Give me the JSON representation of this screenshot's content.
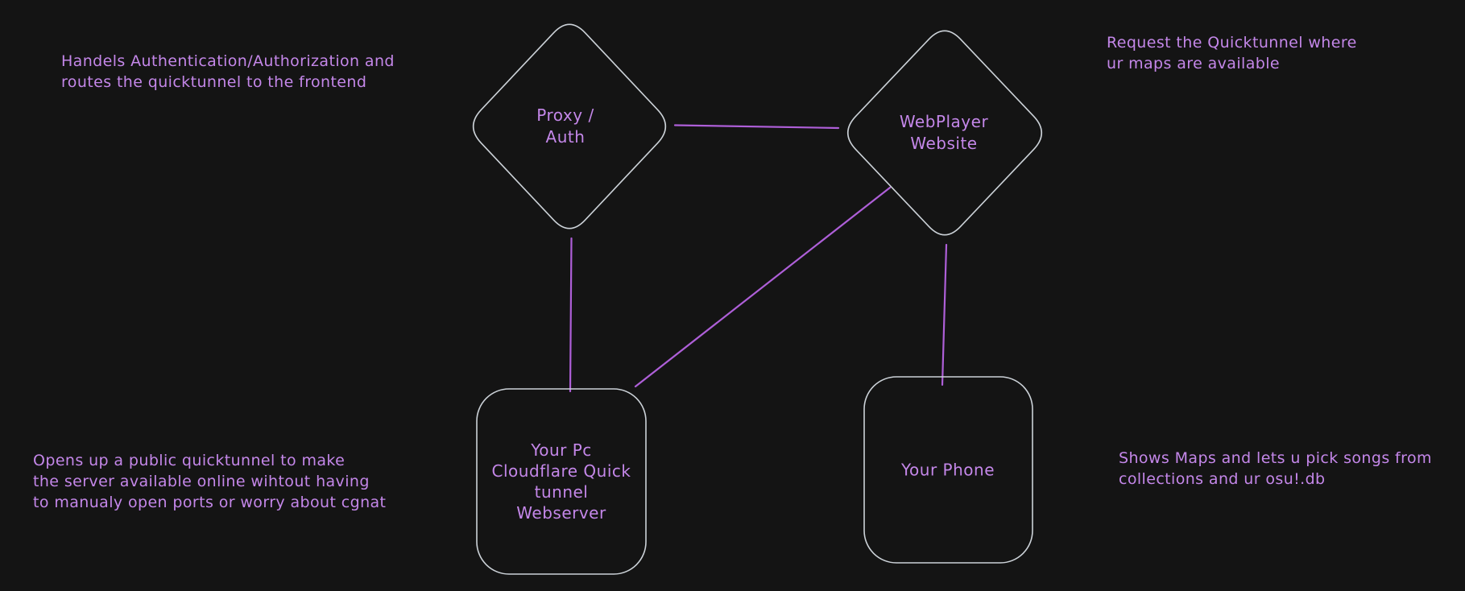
{
  "theme": {
    "bg": "#141414",
    "shape-stroke": "#ccd2d8",
    "connector": "#ae5fd8",
    "text": "#c487e9"
  },
  "nodes": [
    {
      "id": "proxy-auth",
      "shape": "diamond",
      "label": "Proxy /\nAuth"
    },
    {
      "id": "webplayer-website",
      "shape": "diamond",
      "label": "WebPlayer\nWebsite"
    },
    {
      "id": "pc-webserver",
      "shape": "rounded-rectangle",
      "label": "Your Pc\nCloudflare Quick\ntunnel\nWebserver"
    },
    {
      "id": "phone",
      "shape": "rounded-rectangle",
      "label": "Your Phone"
    }
  ],
  "connectors": [
    {
      "from": "proxy-auth",
      "to": "webplayer-website"
    },
    {
      "from": "proxy-auth",
      "to": "pc-webserver"
    },
    {
      "from": "webplayer-website",
      "to": "pc-webserver"
    },
    {
      "from": "webplayer-website",
      "to": "phone"
    }
  ],
  "annotations": [
    {
      "text": "Handels Authentication/Authorization and\nroutes the quicktunnel to the frontend"
    },
    {
      "text": "Request the Quicktunnel where\nur maps are available"
    },
    {
      "text": "Opens up a public quicktunnel to make\nthe server available online wihtout having\nto manualy open ports or worry about cgnat"
    },
    {
      "text": "Shows Maps and lets u pick songs from\ncollections and ur osu!.db"
    }
  ]
}
